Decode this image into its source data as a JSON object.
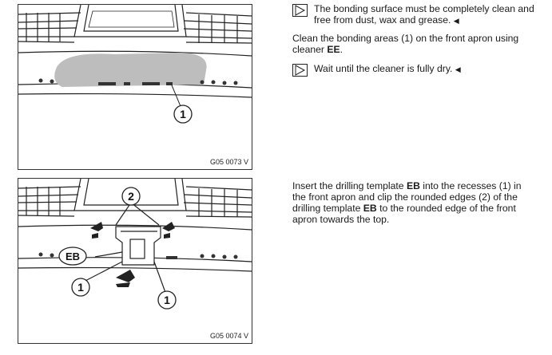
{
  "step1": {
    "note_text": "The bonding surface must be completely clean and free from dust, wax and grease.",
    "end_mark": "◀",
    "para_a": "Clean the bonding areas (1) on the front apron using cleaner ",
    "para_bold": "EE",
    "para_b": ".",
    "note2_text": "Wait until the cleaner is fully dry.",
    "figure_code": "G05 0073 V",
    "callout": "1"
  },
  "step2": {
    "text_1": "Insert the drilling template ",
    "bold_1": "EB",
    "text_2": " into the recesses (1) in the front apron and clip the rounded edges (2) of the drilling template ",
    "bold_2": "EB",
    "text_3": " to the rounded edge of the front apron towards the top.",
    "figure_code": "G05 0074 V",
    "callout_eb": "EB",
    "callout_2": "2",
    "callout_1": "1"
  }
}
